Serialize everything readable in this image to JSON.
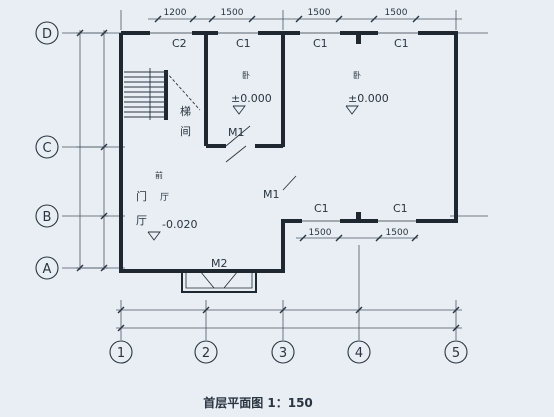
{
  "caption": "首层平面图 1：150",
  "axes": {
    "rows": [
      "D",
      "C",
      "B",
      "A"
    ],
    "cols": [
      "1",
      "2",
      "3",
      "4",
      "5"
    ]
  },
  "dimensions": {
    "top": [
      "1200",
      "1500",
      "1500",
      "1500"
    ],
    "mid": [
      "1500",
      "1500"
    ]
  },
  "windows": {
    "c2": "C2",
    "c1": "C1"
  },
  "doors": {
    "m1": "M1",
    "m2": "M2"
  },
  "rooms": {
    "stair_char_1": "梯",
    "stair_char_2": "间",
    "small_room_char": "卧",
    "big_room_char": "卧",
    "hall_char_1": "门",
    "hall_char_2": "厅",
    "hall_char_3": "前",
    "hall_char_4": "厅"
  },
  "levels": {
    "room_level": "±0.000",
    "hall_level": "-0.020"
  }
}
